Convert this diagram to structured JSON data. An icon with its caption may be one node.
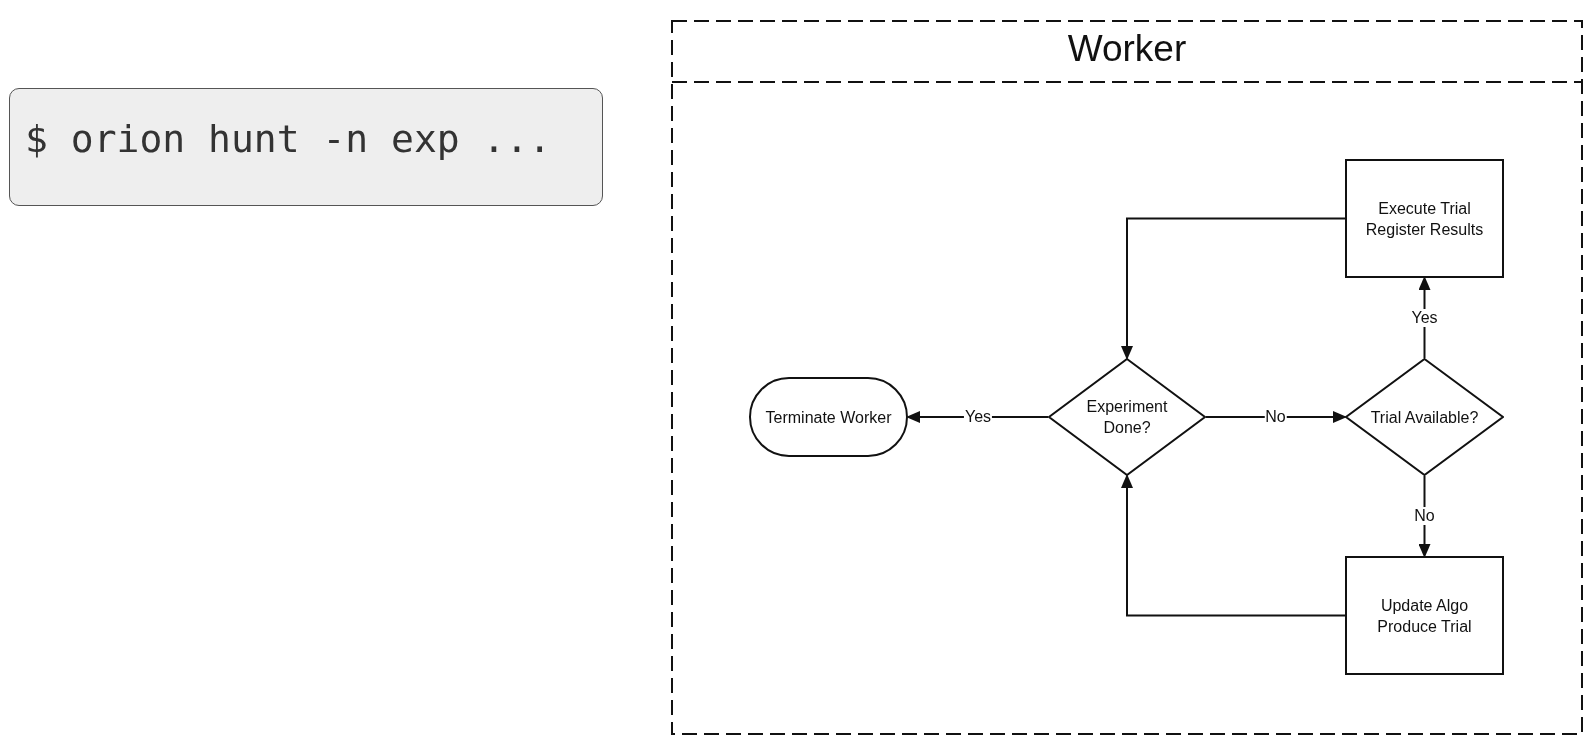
{
  "diagram": {
    "nodes": [
      {
        "text": [
          "$ orion hunt -n exp ..."
        ]
      },
      {
        "text": [
          "Worker"
        ]
      },
      {
        "text": [
          "Execute Trial Register Results"
        ],
        "in": 1
      },
      {
        "text": [
          "Terminate Worker"
        ],
        "in": 1
      },
      {
        "text": [
          "Experiment Done?"
        ],
        "in": 1
      },
      {
        "text": [
          "Trial Available?"
        ],
        "in": 1
      },
      {
        "text": [
          "Update Algo Produce Trial"
        ],
        "in": 1
      }
    ],
    "edges": [
      {
        "from": 2,
        "to": 4,
        "arrow": "to"
      },
      {
        "from": 4,
        "to": 3,
        "label": "Yes",
        "arrow": "to"
      },
      {
        "from": 4,
        "to": 5,
        "label": "No",
        "arrow": "to"
      },
      {
        "from": 5,
        "to": 2,
        "label": "Yes",
        "arrow": "to"
      },
      {
        "from": 5,
        "to": 6,
        "label": "No",
        "arrow": "to"
      },
      {
        "from": 6,
        "to": 4,
        "arrow": "to"
      }
    ]
  }
}
